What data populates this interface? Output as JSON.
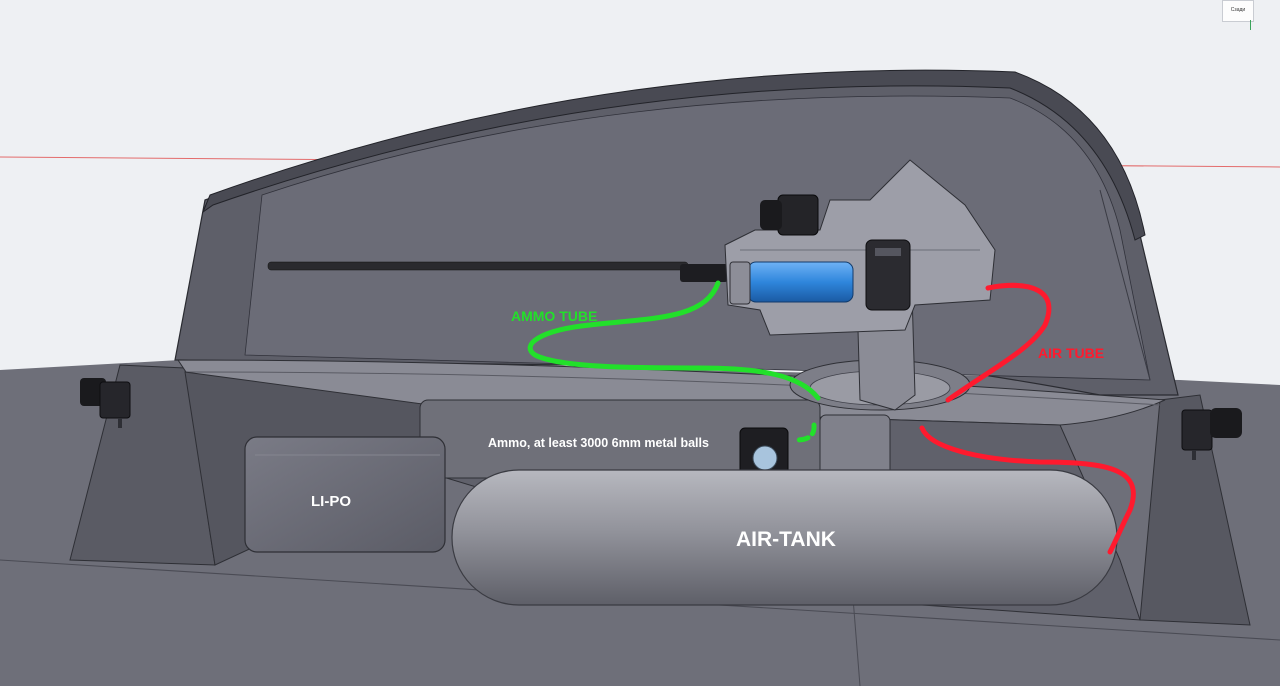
{
  "labels": {
    "ammo_tube": "AMMO TUBE",
    "air_tube": "AIR TUBE",
    "ammo_box": "Ammo, at least 3000 6mm metal balls",
    "lipo": "LI-PO",
    "air_tank": "AIR-TANK"
  },
  "view_cube": {
    "face": "Сзади"
  },
  "colors": {
    "ammo_tube": "#22e02a",
    "air_tube": "#ff1a2e",
    "hull": "#5c5d66",
    "hull_dark": "#4c4d56",
    "hull_light": "#767782",
    "tank": "#8f9098",
    "magazine": "#2a7bd4",
    "background": "#eef0f3"
  }
}
